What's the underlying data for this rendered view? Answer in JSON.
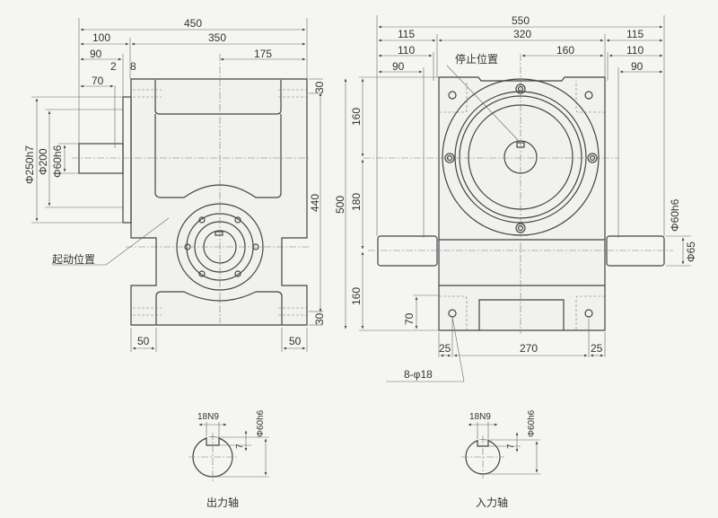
{
  "side_view": {
    "d450": "450",
    "d100": "100",
    "d350": "350",
    "d90": "90",
    "d2": "2",
    "d8": "8",
    "d175": "175",
    "d70": "70",
    "phi250": "Φ250h7",
    "phi200": "Φ200",
    "phi60": "Φ60h6",
    "d30_top": "30",
    "d30_bot": "30",
    "d440": "440",
    "d50_left": "50",
    "d50_right": "50",
    "start_position": "起动位置"
  },
  "front_view": {
    "d550": "550",
    "d115_left": "115",
    "d320": "320",
    "d115_right": "115",
    "d110_left": "110",
    "d160_top": "160",
    "d110_right": "110",
    "d90_left": "90",
    "d90_right": "90",
    "stop_position": "停止位置",
    "d500": "500",
    "d160_upper": "160",
    "d180": "180",
    "d160_lower": "160",
    "phi60": "Φ60h6",
    "phi65": "Φ65",
    "d70": "70",
    "d25_left": "25",
    "d270": "270",
    "d25_right": "25",
    "holes": "8-φ18"
  },
  "output_shaft": {
    "key": "18N9",
    "phi": "Φ60h6",
    "depth": "7",
    "label": "出力轴"
  },
  "input_shaft": {
    "key": "18N9",
    "phi": "Φ60h6",
    "depth": "7",
    "label": "入力轴"
  }
}
